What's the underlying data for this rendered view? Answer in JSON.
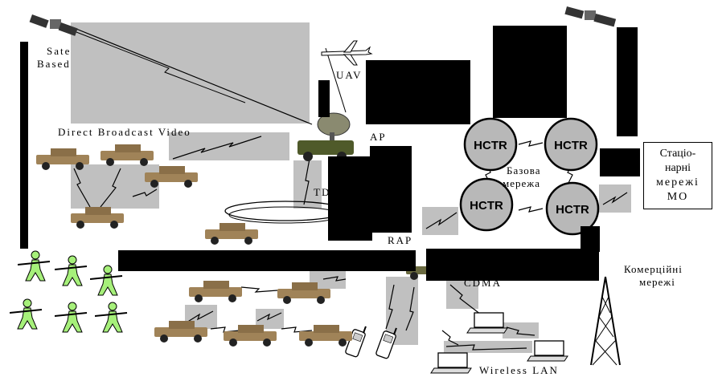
{
  "labels": {
    "satellite_line1": "Sate",
    "satellite_line2": "Based",
    "uav": "UAV",
    "direct_broadcast": "Direct Broadcast Video",
    "ap": "AP",
    "tdma": "TD",
    "rap": "RAP",
    "core_network_line1": "Базова",
    "core_network_line2": "мережа",
    "cdma": "CDMA",
    "commercial_line1": "Комерційні",
    "commercial_line2": "мережі",
    "wireless_lan": "Wireless LAN"
  },
  "hctr_nodes": [
    "HCTR",
    "HCTR",
    "HCTR",
    "HCTR"
  ],
  "stationary_networks": {
    "line1": "Стаціо-",
    "line2": "нарні",
    "line3": "мережі",
    "line4": "МО"
  },
  "icons": [
    "satellite-icon",
    "uav-icon",
    "humvee-icon",
    "antenna-vehicle-icon",
    "soldier-icon",
    "mobile-phone-icon",
    "laptop-icon",
    "radio-tower-icon"
  ],
  "colors": {
    "hctr_fill": "#b8b8b8",
    "soldier": "#a6f07a",
    "vehicle": "#a08358",
    "occlusion": "#000000",
    "highlight": "#c0c0c0"
  }
}
